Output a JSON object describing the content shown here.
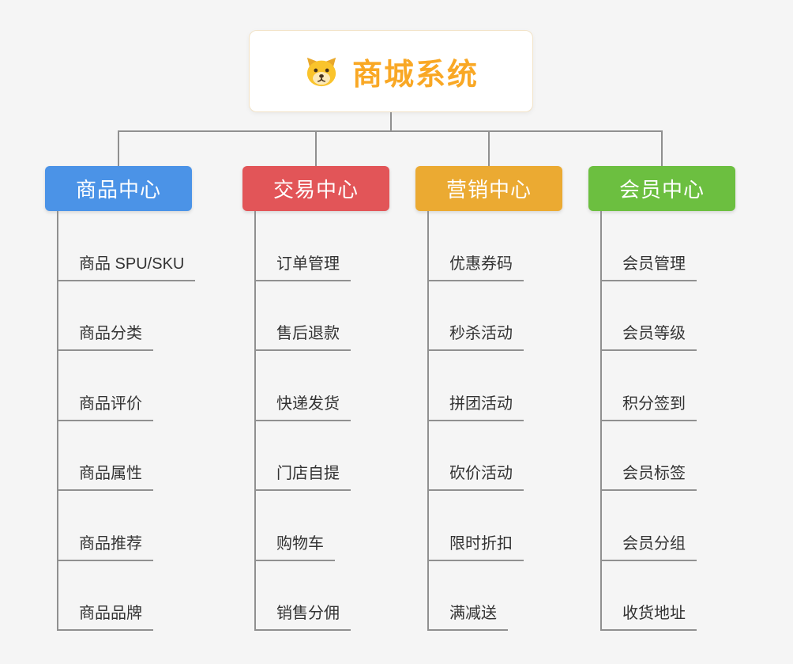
{
  "root": {
    "title": "商城系统",
    "icon": "dog-icon"
  },
  "branches": [
    {
      "label": "商品中心",
      "color": "#4b93e7",
      "items": [
        "商品 SPU/SKU",
        "商品分类",
        "商品评价",
        "商品属性",
        "商品推荐",
        "商品品牌"
      ]
    },
    {
      "label": "交易中心",
      "color": "#e25558",
      "items": [
        "订单管理",
        "售后退款",
        "快递发货",
        "门店自提",
        "购物车",
        "销售分佣"
      ]
    },
    {
      "label": "营销中心",
      "color": "#ebaa32",
      "items": [
        "优惠券码",
        "秒杀活动",
        "拼团活动",
        "砍价活动",
        "限时折扣",
        "满减送"
      ]
    },
    {
      "label": "会员中心",
      "color": "#6cbf40",
      "items": [
        "会员管理",
        "会员等级",
        "积分签到",
        "会员标签",
        "会员分组",
        "收货地址"
      ]
    }
  ],
  "colors": {
    "background": "#f5f5f5",
    "line": "#909090",
    "item_text": "#333333",
    "root_border": "#f2e3c8",
    "root_title": "#f9a825"
  }
}
